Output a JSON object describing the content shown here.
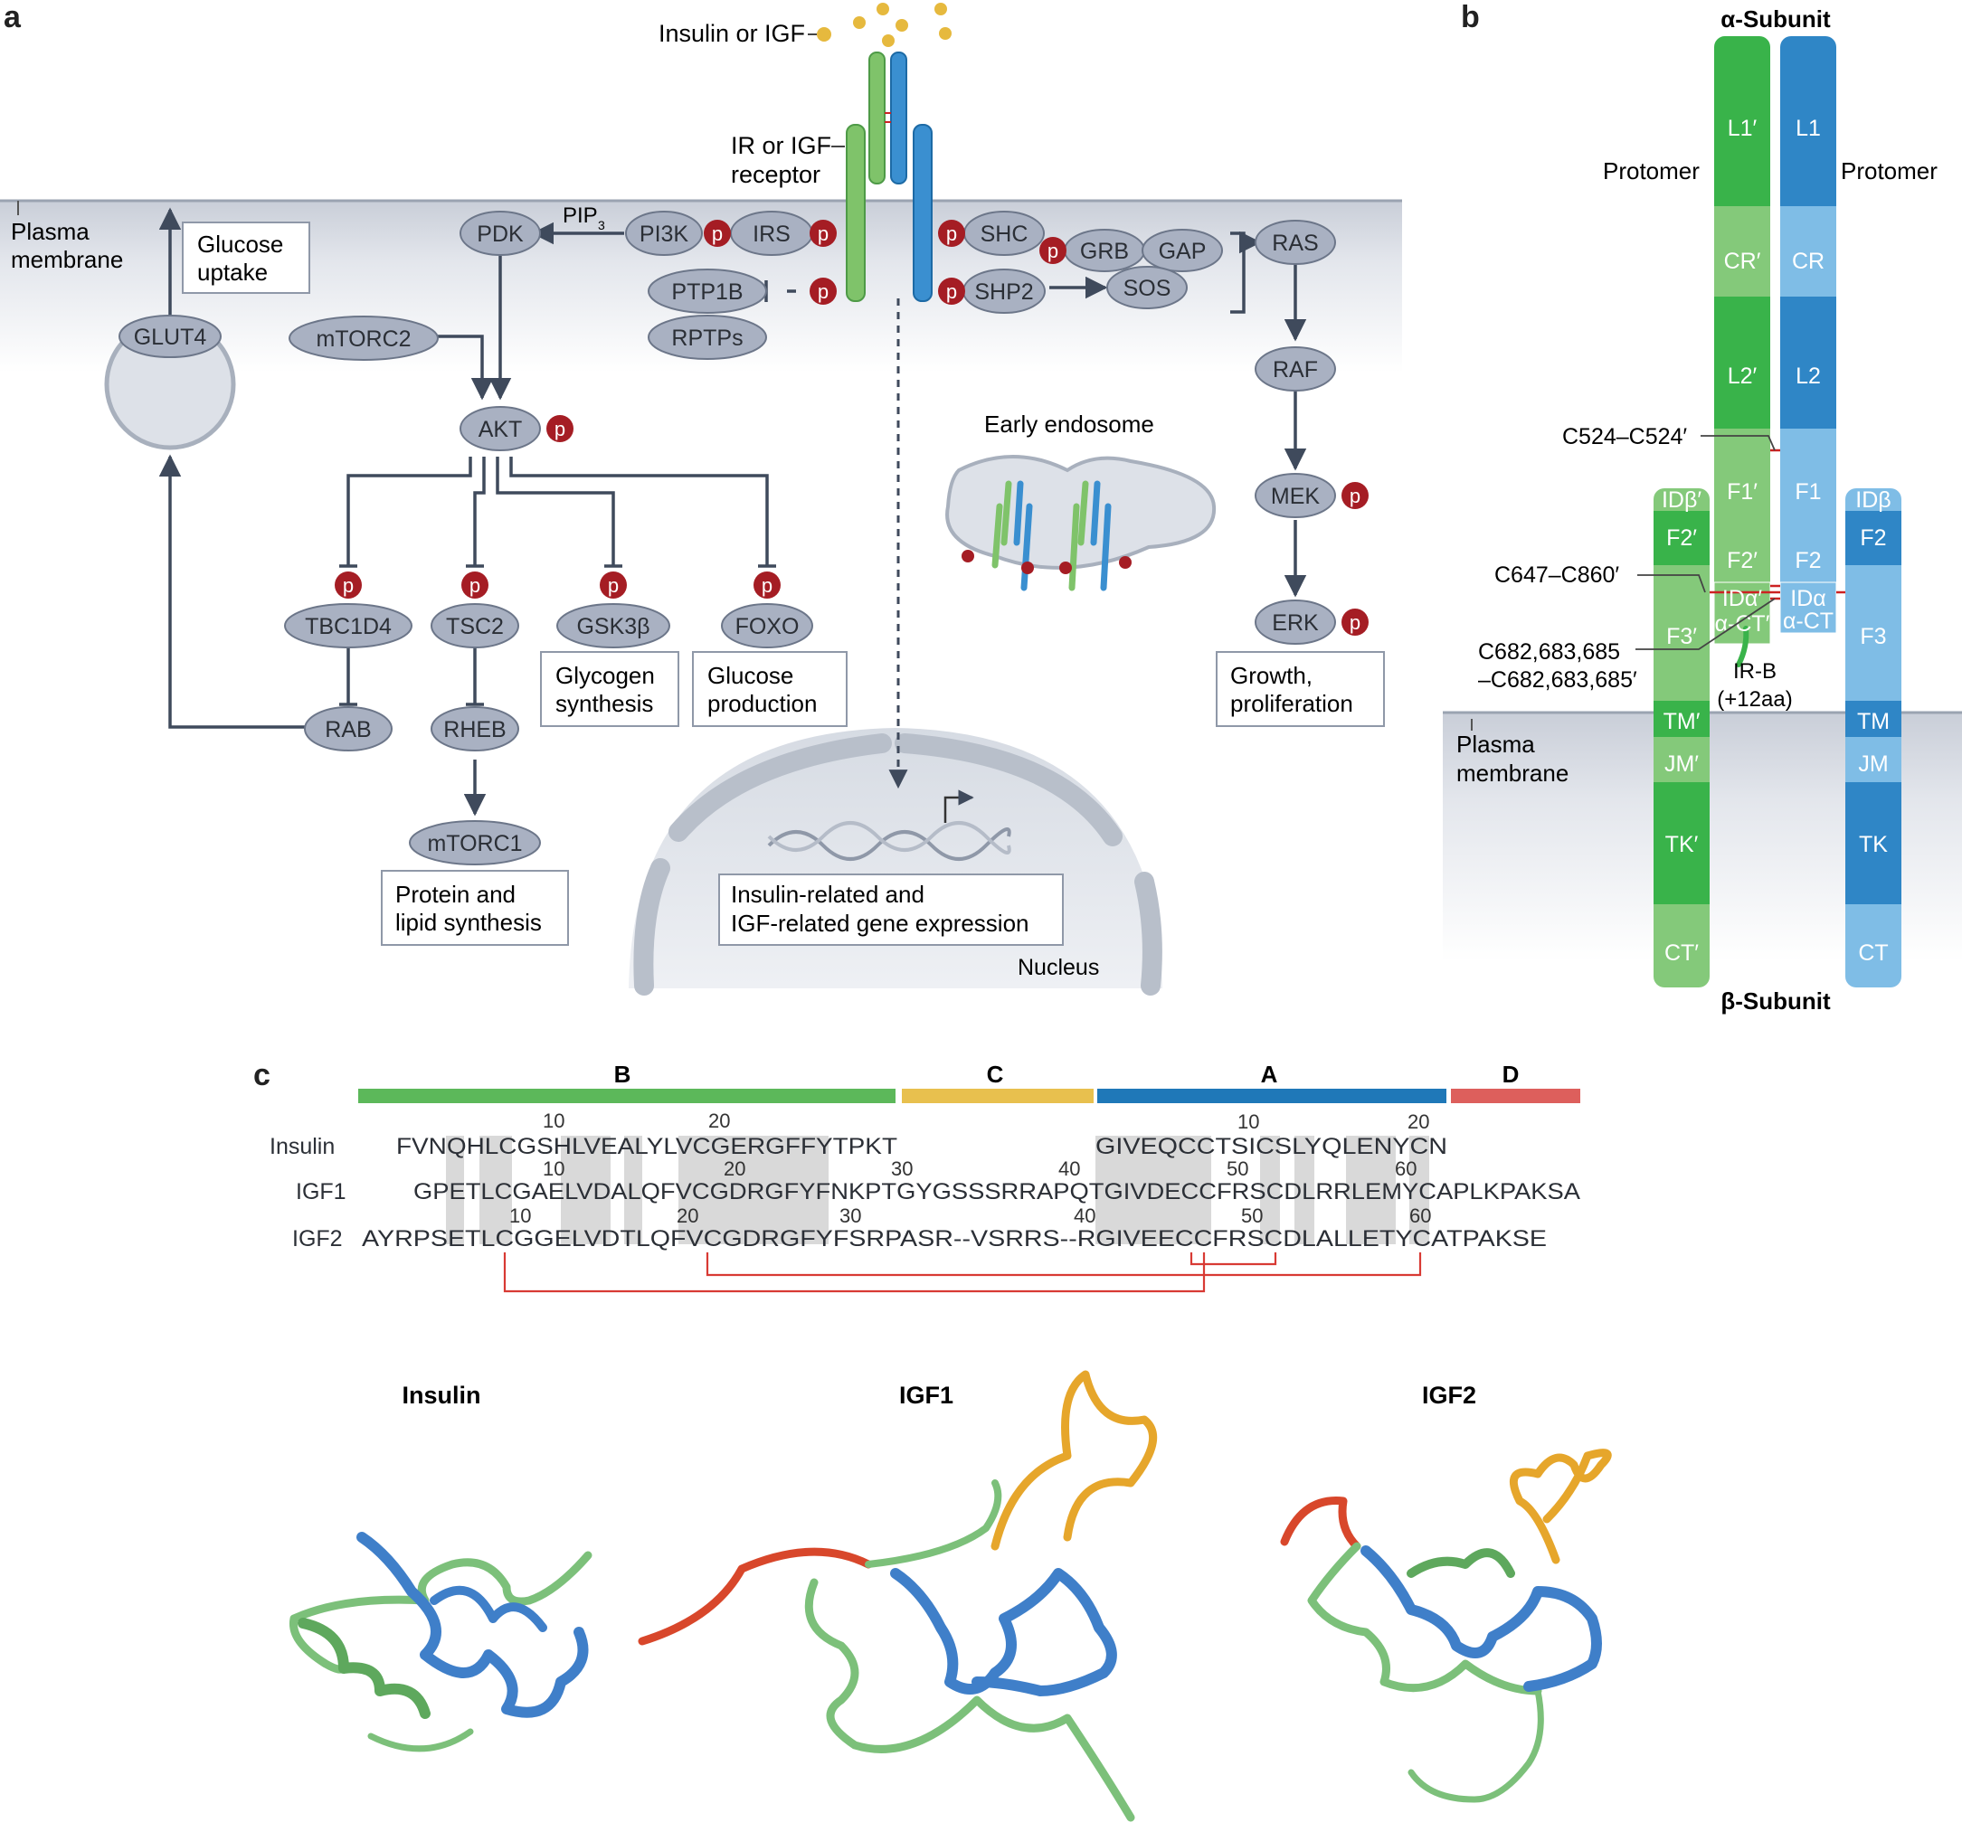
{
  "panels": {
    "a": "a",
    "b": "b",
    "c": "c"
  },
  "a": {
    "ligand_label": "Insulin or IGF",
    "receptor_label": [
      "IR or IGF",
      "receptor"
    ],
    "membrane_label": [
      "Plasma",
      "membrane"
    ],
    "glucose_uptake": [
      "Glucose",
      "uptake"
    ],
    "pip3": "PIP",
    "pip3_sub": "3",
    "p": "p",
    "nodes": {
      "pdk": "PDK",
      "pi3k": "PI3K",
      "irs": "IRS",
      "shc": "SHC",
      "grb": "GRB",
      "gap": "GAP",
      "ras": "RAS",
      "ptp1b": "PTP1B",
      "shp2": "SHP2",
      "sos": "SOS",
      "rptps": "RPTPs",
      "glut4": "GLUT4",
      "mtorc2": "mTORC2",
      "akt": "AKT",
      "raf": "RAF",
      "mek": "MEK",
      "erk": "ERK",
      "tbc1d4": "TBC1D4",
      "tsc2": "TSC2",
      "gsk3b": "GSK3β",
      "foxo": "FOXO",
      "rab": "RAB",
      "rheb": "RHEB",
      "mtorc1": "mTORC1"
    },
    "early_endosome": "Early endosome",
    "glycogen": [
      "Glycogen",
      "synthesis"
    ],
    "glucose_production": [
      "Glucose",
      "production"
    ],
    "growth": [
      "Growth,",
      "proliferation"
    ],
    "protein_synthesis": [
      "Protein and",
      "lipid synthesis"
    ],
    "gene_expression": [
      "Insulin-related and",
      "IGF-related gene expression"
    ],
    "nucleus": "Nucleus"
  },
  "b": {
    "alpha_subunit": "α-Subunit",
    "beta_subunit": "β-Subunit",
    "protomer_left": "Protomer",
    "protomer_right": "Protomer",
    "membrane_label": [
      "Plasma",
      "membrane"
    ],
    "c524": "C524–C524′",
    "c647": "C647–C860′",
    "c682": [
      "C682,683,685",
      "–C682,683,685′"
    ],
    "irb": [
      "IR-B",
      "(+12aa)"
    ],
    "green_alpha_domains": [
      "L1′",
      "CR′",
      "L2′",
      "F1′",
      "F2′",
      "IDα′",
      "α-CT′"
    ],
    "blue_alpha_domains": [
      "L1",
      "CR",
      "L2",
      "F1",
      "F2",
      "IDα",
      "α-CT"
    ],
    "green_beta_domains": [
      "IDβ′",
      "F2′",
      "F3′",
      "TM′",
      "JM′",
      "TK′",
      "CT′"
    ],
    "blue_beta_domains": [
      "IDβ",
      "F2",
      "F3",
      "TM",
      "JM",
      "TK",
      "CT"
    ]
  },
  "c": {
    "regions": [
      "B",
      "C",
      "A",
      "D"
    ],
    "region_colors": [
      "#5cb85a",
      "#e8c04e",
      "#1f78b8",
      "#dd5f5c"
    ],
    "rows": [
      {
        "label": "Insulin",
        "seq": "FVNQHLCGSHLVEALYLVCGERGFFYTPKT",
        "seq2": "GIVEQCCTSICSLYQLENYCN"
      },
      {
        "label": "IGF1",
        "seq": "GPETLCGAELVDALQFVCGDRGFYFNKPTGYGSSSRRAPQTGIVDECCFRSCDLRRLEMYCAPLKPAKSA",
        "seq2": ""
      },
      {
        "label": "IGF2",
        "seq": "AYRPSETLCGGELVDTLQFVCGDRGFYFSRPASR--VSRRS--RGIVEECCFRSCDLALLETYCATPAKSE",
        "seq2": ""
      }
    ],
    "numbers_row1": [
      "10",
      "20",
      "10",
      "20"
    ],
    "numbers_row2": [
      "10",
      "20",
      "30",
      "40",
      "50",
      "60"
    ],
    "numbers_row3": [
      "10",
      "20",
      "30",
      "40",
      "50",
      "60"
    ],
    "structures": [
      "Insulin",
      "IGF1",
      "IGF2"
    ]
  }
}
